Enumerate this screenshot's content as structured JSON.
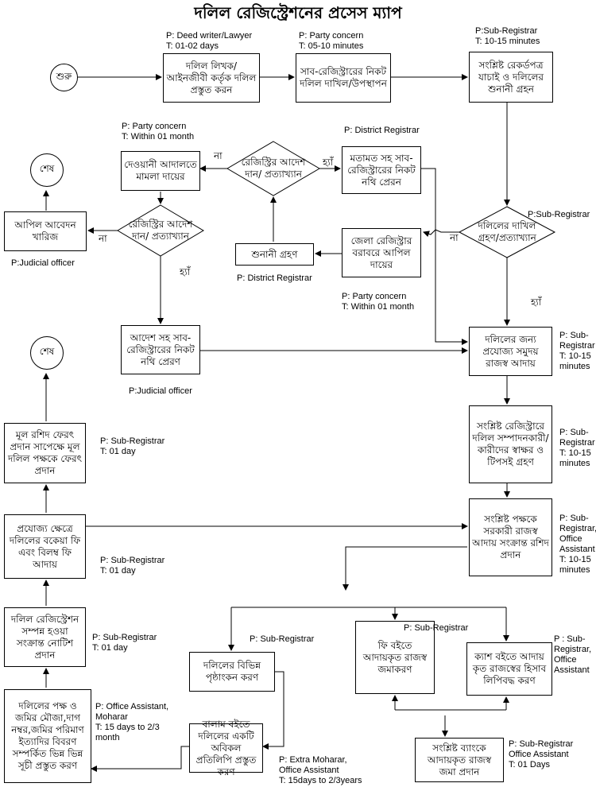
{
  "title": "দলিল রেজিস্ট্রেশনের প্রসেস ম্যাপ",
  "nodes": {
    "start": "শুরু",
    "end1": "শেষ",
    "end2": "শেষ",
    "b1": "দলিল লিখক/ আইনজীবী কর্তৃক দলিল প্রস্তুত করন",
    "b2": "সাব-রেজিস্ট্রারের নিকট দলিল দাখিল/উপস্থাপন",
    "b3": "সংশ্লিষ্ট রেকর্ডপত্র যাচাই ও দলিলের শুনানী গ্রহন",
    "d1": "দলিলের দাখিল গ্রহণ/প্রত্যাখ্যান",
    "b4": "জেলা রেজিস্ট্রার বরাবরে আপিল দায়ের",
    "b5": "শুনানী গ্রহণ",
    "d2": "রেজিস্ট্রির আদেশ দান/ প্রত্যাখ্যান",
    "b6": "মতামত সহ সাব-রেজিস্ট্রারের নিকট নথি প্রেরন",
    "b7": "দেওয়ানী আদালতে মামলা দায়ের",
    "d3": "রেজিস্ট্রির আদেশ দান/ প্রত্যাখ্যান",
    "b8": "আপিল আবেদন খারিজ",
    "b9": "আদেশ সহ সাব-রেজিস্ট্রারের নিকট নথি প্রেরণ",
    "b10": "দলিলের জন্য প্রযোজ্য সমুদয় রাজস্ব আদায়",
    "b11": "সংশ্লিষ্ট রেজিস্ট্রারে দলিল সম্পাদনকারী/কারীদের স্বাক্ষর ও টিপসই গ্রহণ",
    "b12": "সংশ্লিষ্ট পক্ষকে সরকারী রাজস্ব আদায় সংক্রান্ত রশিদ প্রদান",
    "b13": "দলিলের বিভিন্ন পৃষ্ঠাংকন করণ",
    "b14": "ফি বইতে আদায়কৃত রাজস্ব জমাকরণ",
    "b15": "ক্যাশ বইতে আদায় কৃত রাজস্বের হিসাব লিপিবদ্ধ করণ",
    "b16": "সংশ্লিষ্ট ব্যাংকে আদায়কৃত রাজস্ব জমা প্রদান",
    "b17": "বালাম বইতে দলিলের একটি অবিকল প্রতিলিপি প্রস্তুত করণ",
    "b18": "দলিলের পক্ষ ও জমির মৌজা,দাগ নম্বর,জমির পরিমাণ ইত্যাদির বিবরণ সম্পর্কিত ভিন্ন ভিন্ন সূচী প্রস্তুত করণ",
    "b19": "দলিল রেজিস্ট্রেশন সম্পন্ন হওয়া সংক্রান্ত নোটিশ প্রদান",
    "b20": "প্রযোজ্য ক্ষেত্রে দলিলের বকেয়া ফি এবং বিলম্ব ফি আদায়",
    "b21": "মূল রশিদ ফেরৎ প্রদান সাপেক্ষে মূল দলিল পক্ষকে ফেরৎ প্রদান"
  },
  "notes": {
    "n1": "P: Deed writer/Lawyer\nT: 01-02 days",
    "n2": "P: Party concern\nT: 05-10 minutes",
    "n3": "P:Sub-Registrar\nT: 10-15 minutes",
    "n4": "P: Party concern\nT: Within 01 month",
    "n5": "P: District Registrar",
    "n6": "P:Sub-Registrar",
    "n7": "P: District Registrar",
    "n8": "P:Judicial officer",
    "n9": "P: Party concern\nT: Within 01 month",
    "n10": "P: Sub-\nRegistrar\nT: 10-15\nminutes",
    "n11": "P:Judicial officer",
    "n12": "P: Sub-\nRegistrar\nT: 10-15\nminutes",
    "n13": "P: Sub-Registrar\nT: 01 day",
    "n14": "P: Sub-\nRegistrar,\nOffice\nAssistant\nT: 10-15\nminutes",
    "n15": "P: Sub-Registrar\nT: 01 day",
    "n16": "P: Sub-Registrar",
    "n17": "P: Sub-Registrar",
    "n18": "P : Sub-\nRegistrar,\nOffice\nAssistant",
    "n19": "P: Sub-Registrar\nT: 01 day",
    "n20": "P: Office Assistant,\nMoharar\nT: 15 days to 2/3\nmonth",
    "n21": "P: Sub-Registrar\nOffice Assistant\nT: 01 Days",
    "n22": "P: Extra Moharar,\nOffice Assistant\nT: 15days to 2/3years"
  },
  "edge_labels": {
    "no1": "না",
    "yes1": "হ্যাঁ",
    "no2": "না",
    "yes2": "হ্যাঁ",
    "no3": "না",
    "yes3": "হ্যাঁ"
  }
}
